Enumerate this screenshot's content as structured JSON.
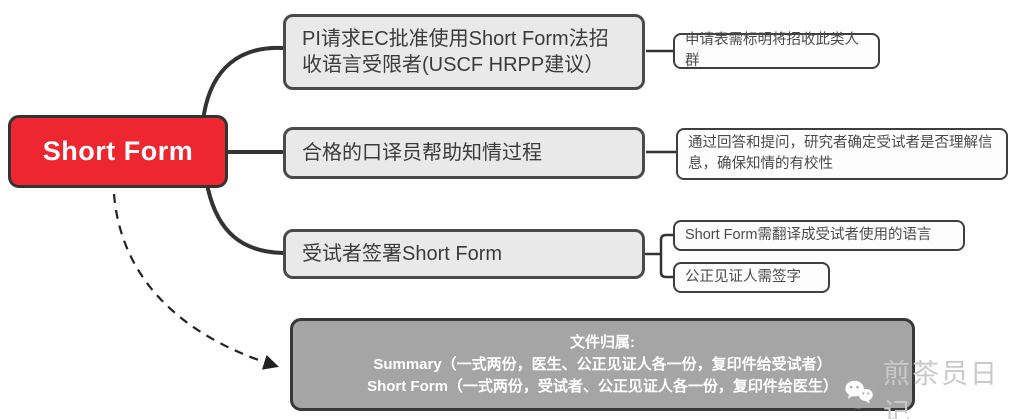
{
  "colors": {
    "root_red": "#ee2630",
    "branch_gray": "#e9e9e9",
    "leaf_white": "#fdfdfd",
    "footer_gray": "#a5a5a5",
    "connector_dark": "#333333",
    "watermark_gray": "#c9c9c9"
  },
  "root": {
    "label": "Short Form"
  },
  "branches": [
    {
      "label": "PI请求EC批准使用Short Form法招收语言受限者(USCF HRPP建议）",
      "notes": [
        "申请表需标明将招收此类人群"
      ]
    },
    {
      "label": "合格的口译员帮助知情过程",
      "notes": [
        "通过回答和提问，研究者确定受试者是否理解信息，确保知情的有校性"
      ]
    },
    {
      "label": "受试者签署Short Form",
      "notes": [
        "Short Form需翻译成受试者使用的语言",
        "公正见证人需签字"
      ]
    }
  ],
  "footer": {
    "title": "文件归属:",
    "lines": [
      "Summary（一式两份，医生、公正见证人各一份，复印件给受试者）",
      "Short Form（一式两份，受试者、公正见证人各一份，复印件给医生）"
    ]
  },
  "watermark": {
    "label": "煎茶员日记",
    "icon": "wechat-icon"
  }
}
